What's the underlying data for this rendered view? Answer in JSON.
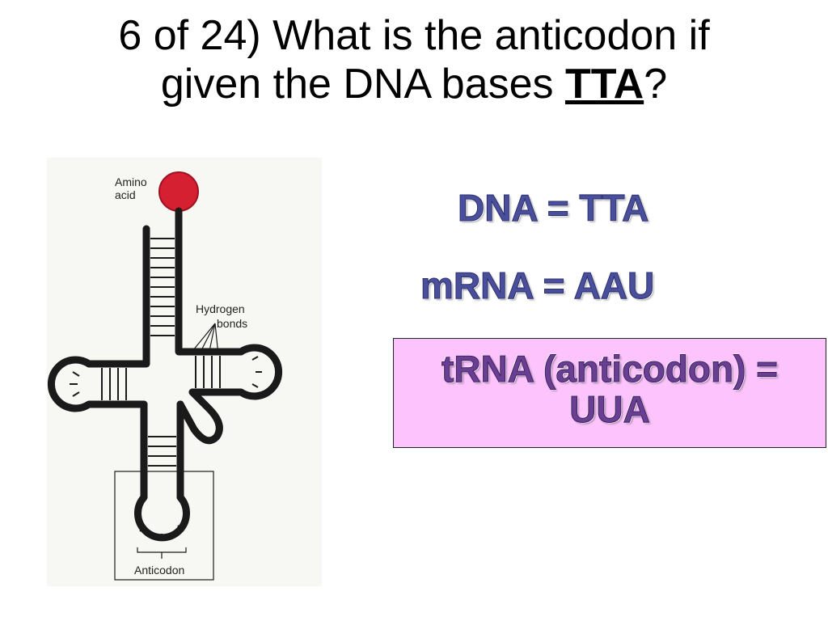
{
  "slide": {
    "title_line1": "6 of 24) What is the anticodon if",
    "title_line2_prefix": "given the DNA bases ",
    "title_emphasis": "TTA",
    "title_suffix": "?"
  },
  "figure": {
    "label_amino_line1": "Amino",
    "label_amino_line2": "acid",
    "label_hydrogen_line1": "Hydrogen",
    "label_hydrogen_line2": "bonds",
    "label_anticodon": "Anticodon",
    "amino_acid_color": "#d42030",
    "strand_color": "#1a1a1a"
  },
  "answers": {
    "dna": "DNA = TTA",
    "mrna": "mRNA = AAU",
    "trna_line1": "tRNA (anticodon) =",
    "trna_line2": "UUA",
    "highlight_color": "#fcc3fc",
    "text_color": "#4a4f9c"
  }
}
